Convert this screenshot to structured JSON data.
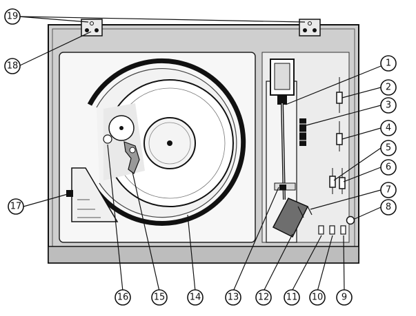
{
  "diagram": {
    "kind": "turntable-parts-diagram",
    "callouts": [
      {
        "id": "callout-1",
        "label": "1"
      },
      {
        "id": "callout-2",
        "label": "2"
      },
      {
        "id": "callout-3",
        "label": "3"
      },
      {
        "id": "callout-4",
        "label": "4"
      },
      {
        "id": "callout-5",
        "label": "5"
      },
      {
        "id": "callout-6",
        "label": "6"
      },
      {
        "id": "callout-7",
        "label": "7"
      },
      {
        "id": "callout-8",
        "label": "8"
      },
      {
        "id": "callout-9",
        "label": "9"
      },
      {
        "id": "callout-10",
        "label": "10"
      },
      {
        "id": "callout-11",
        "label": "11"
      },
      {
        "id": "callout-12",
        "label": "12"
      },
      {
        "id": "callout-13",
        "label": "13"
      },
      {
        "id": "callout-14",
        "label": "14"
      },
      {
        "id": "callout-15",
        "label": "15"
      },
      {
        "id": "callout-16",
        "label": "16"
      },
      {
        "id": "callout-17",
        "label": "17"
      },
      {
        "id": "callout-18",
        "label": "18"
      },
      {
        "id": "callout-19",
        "label": "19"
      }
    ]
  }
}
